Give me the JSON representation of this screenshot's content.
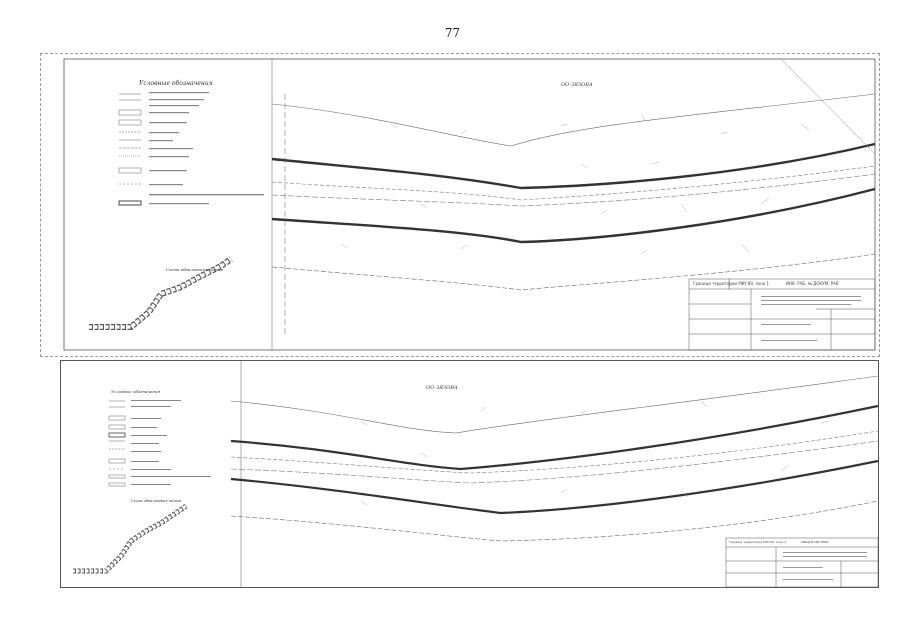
{
  "page": {
    "number": "77"
  },
  "sheet1": {
    "legend_title": "Условные обозначения",
    "scheme_title": "Схема обвалования песков",
    "area_label": "ОО-ЗЯЗОВА",
    "title_block_header": "Граница территории РФУ 80, зона 1",
    "title_block_title": "ИНВ. РАБ. №  ДОКУМ. РАВ"
  },
  "sheet2": {
    "legend_title": "Условные обозначения",
    "scheme_title": "Схема обвалования песков",
    "area_label": "ОО-ЗЯЗОВА",
    "title_block_header": "Граница территории РФУ 80, зона 1",
    "title_block_title": "ОБЩАЯ СИСТЕМА"
  }
}
